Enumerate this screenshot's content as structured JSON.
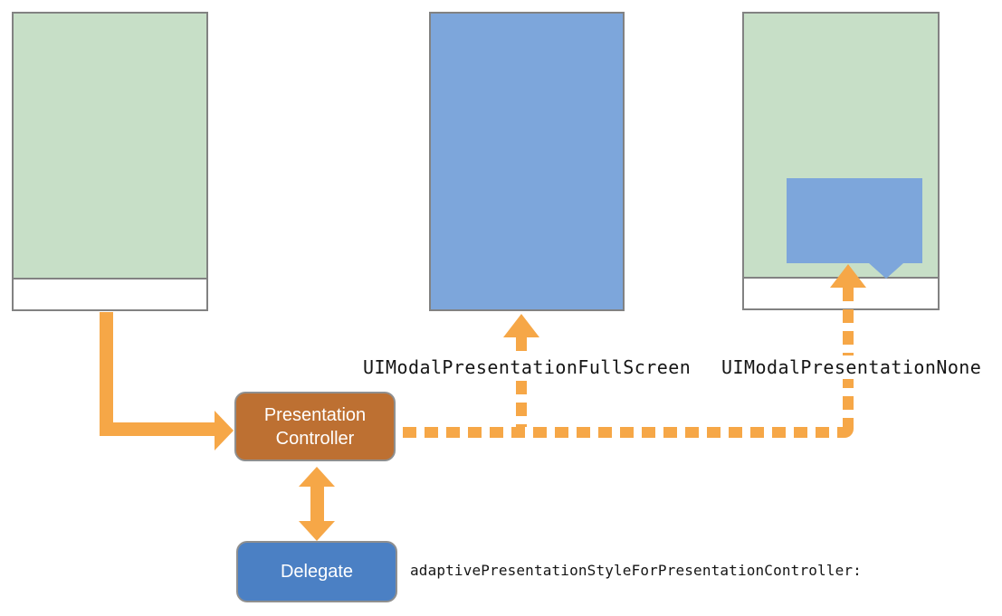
{
  "title": "Adaptive presentation style diagram",
  "nodes": {
    "presentation_controller": {
      "label": "Presentation Controller"
    },
    "delegate": {
      "label": "Delegate"
    }
  },
  "code_labels": {
    "fullscreen": "UIModalPresentationFullScreen",
    "none": "UIModalPresentationNone",
    "delegate_method": "adaptivePresentationStyleForPresentationController:"
  },
  "colors": {
    "screen_green": "#C7DFC7",
    "presented_blue": "#7DA6DB",
    "delegate_blue": "#4B80C4",
    "controller_brown": "#BD7032",
    "arrow_orange": "#F6A747",
    "screen_border_gray": "#828282",
    "node_border_gray": "#8F8F8F",
    "code_text": "#151515",
    "background": "#FFFFFF"
  },
  "icons": {
    "popover_tail": "popover-arrow-tail-icon",
    "arrowheads": "orange-arrowhead-icon"
  }
}
